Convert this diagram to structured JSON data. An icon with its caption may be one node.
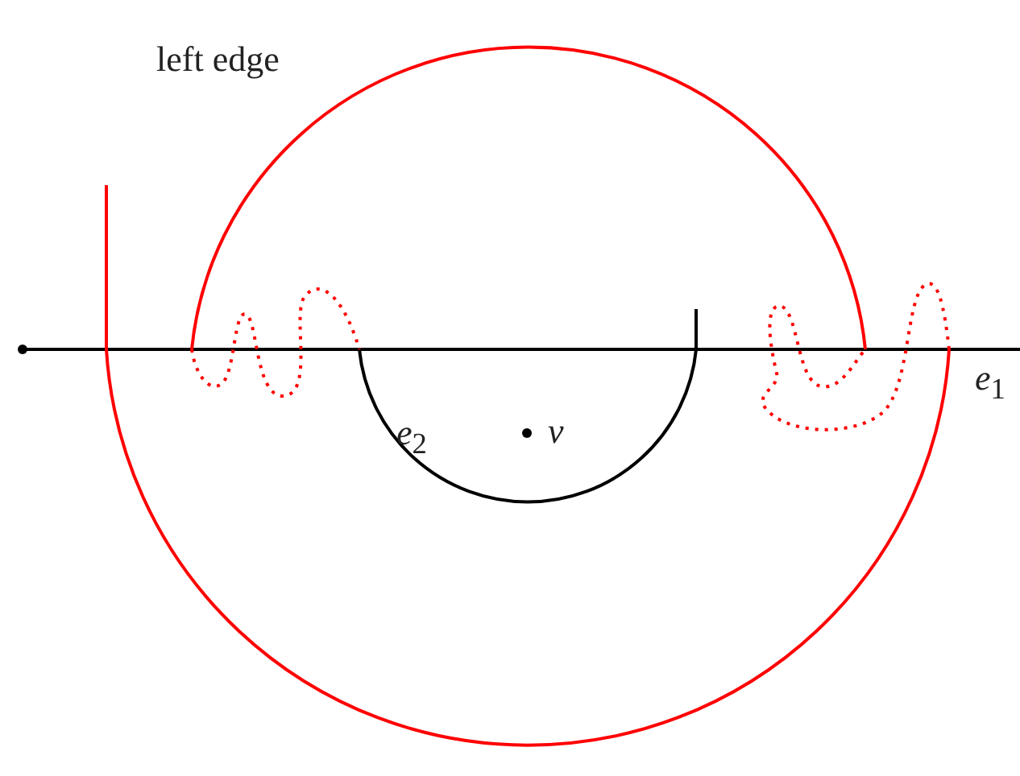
{
  "diagram": {
    "labels": [
      "left edge",
      "*e*$_{2}$",
      "*v*",
      "*e*$_{1}$"
    ]
  }
}
